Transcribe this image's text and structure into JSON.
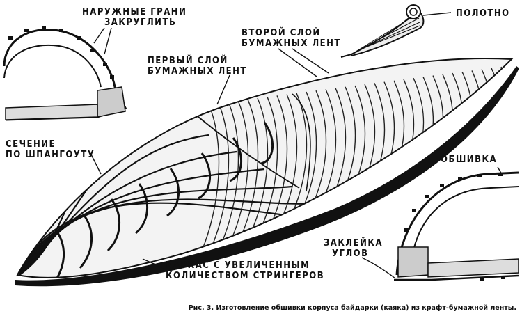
{
  "labels": {
    "outer_edges": [
      "НАРУЖНЫЕ ГРАНИ",
      "ЗАКРУГЛИТЬ"
    ],
    "cloth": "ПОЛОТНО",
    "second_layer": [
      "ВТОРОЙ СЛОЙ",
      "БУМАЖНЫХ ЛЕНТ"
    ],
    "first_layer": [
      "ПЕРВЫЙ СЛОЙ",
      "БУМАЖНЫХ ЛЕНТ"
    ],
    "section": [
      "СЕЧЕНИЕ",
      "ПО ШПАНГОУТУ"
    ],
    "skin": "ОБШИВКА",
    "corner_gluing": [
      "ЗАКЛЕЙКА",
      "УГЛОВ"
    ],
    "frame": [
      "КАРКАС С УВЕЛИЧЕННЫМ",
      "КОЛИЧЕСТВОМ СТРИНГЕРОВ"
    ]
  },
  "caption": "Рис. 3. Изготовление обшивки корпуса байдарки (каяка) из крафт-бумажной ленты."
}
